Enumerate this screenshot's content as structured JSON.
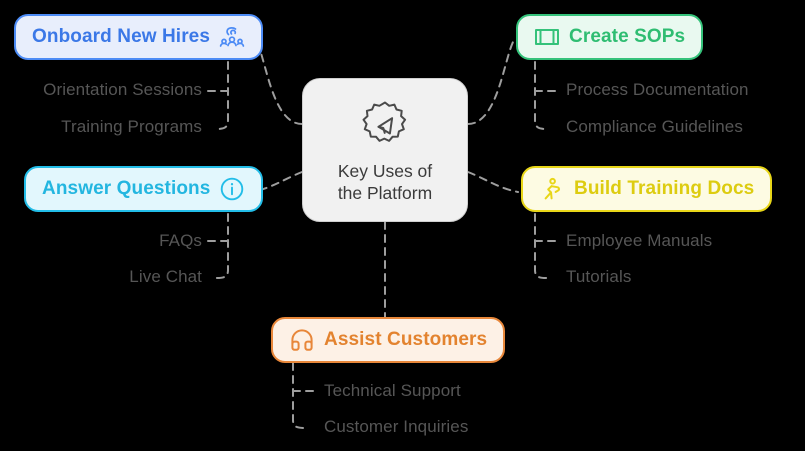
{
  "diagram": {
    "type": "mind-map",
    "background_color": "#000000",
    "center": {
      "title_line1": "Key Uses of",
      "title_line2": "the Platform",
      "icon": "gear-megaphone-icon",
      "fill_color": "#f1f1f1",
      "text_color": "#3b3b3b"
    },
    "connector_color": "#9e9e9e",
    "connector_style": "dashed",
    "branches": [
      {
        "id": "onboard-new-hires",
        "label": "Onboard New Hires",
        "icon": "users-group-icon",
        "icon_side": "right",
        "side": "left",
        "accent_color": "#4c8bf5",
        "fill_color": "#e8eefc",
        "text_color": "#3b78e7",
        "children": [
          "Orientation Sessions",
          "Training Programs"
        ]
      },
      {
        "id": "create-sops",
        "label": "Create SOPs",
        "icon": "presentation-board-icon",
        "icon_side": "left",
        "side": "right",
        "accent_color": "#34c27a",
        "fill_color": "#e9f9f0",
        "text_color": "#2fbd72",
        "children": [
          "Process Documentation",
          "Compliance Guidelines"
        ]
      },
      {
        "id": "answer-questions",
        "label": "Answer Questions",
        "icon": "info-circle-icon",
        "icon_side": "right",
        "side": "left",
        "accent_color": "#22bde8",
        "fill_color": "#e2f7fd",
        "text_color": "#23b6e0",
        "children": [
          "FAQs",
          "Live Chat"
        ]
      },
      {
        "id": "build-training-docs",
        "label": "Build Training Docs",
        "icon": "running-person-icon",
        "icon_side": "left",
        "side": "right",
        "accent_color": "#e8d618",
        "fill_color": "#fdfbe3",
        "text_color": "#ddcc10",
        "children": [
          "Employee Manuals",
          "Tutorials"
        ]
      },
      {
        "id": "assist-customers",
        "label": "Assist Customers",
        "icon": "headphones-icon",
        "icon_side": "left",
        "side": "bottom",
        "accent_color": "#e8873a",
        "fill_color": "#fdf1e6",
        "text_color": "#e3832f",
        "children": [
          "Technical Support",
          "Customer Inquiries"
        ]
      }
    ]
  }
}
